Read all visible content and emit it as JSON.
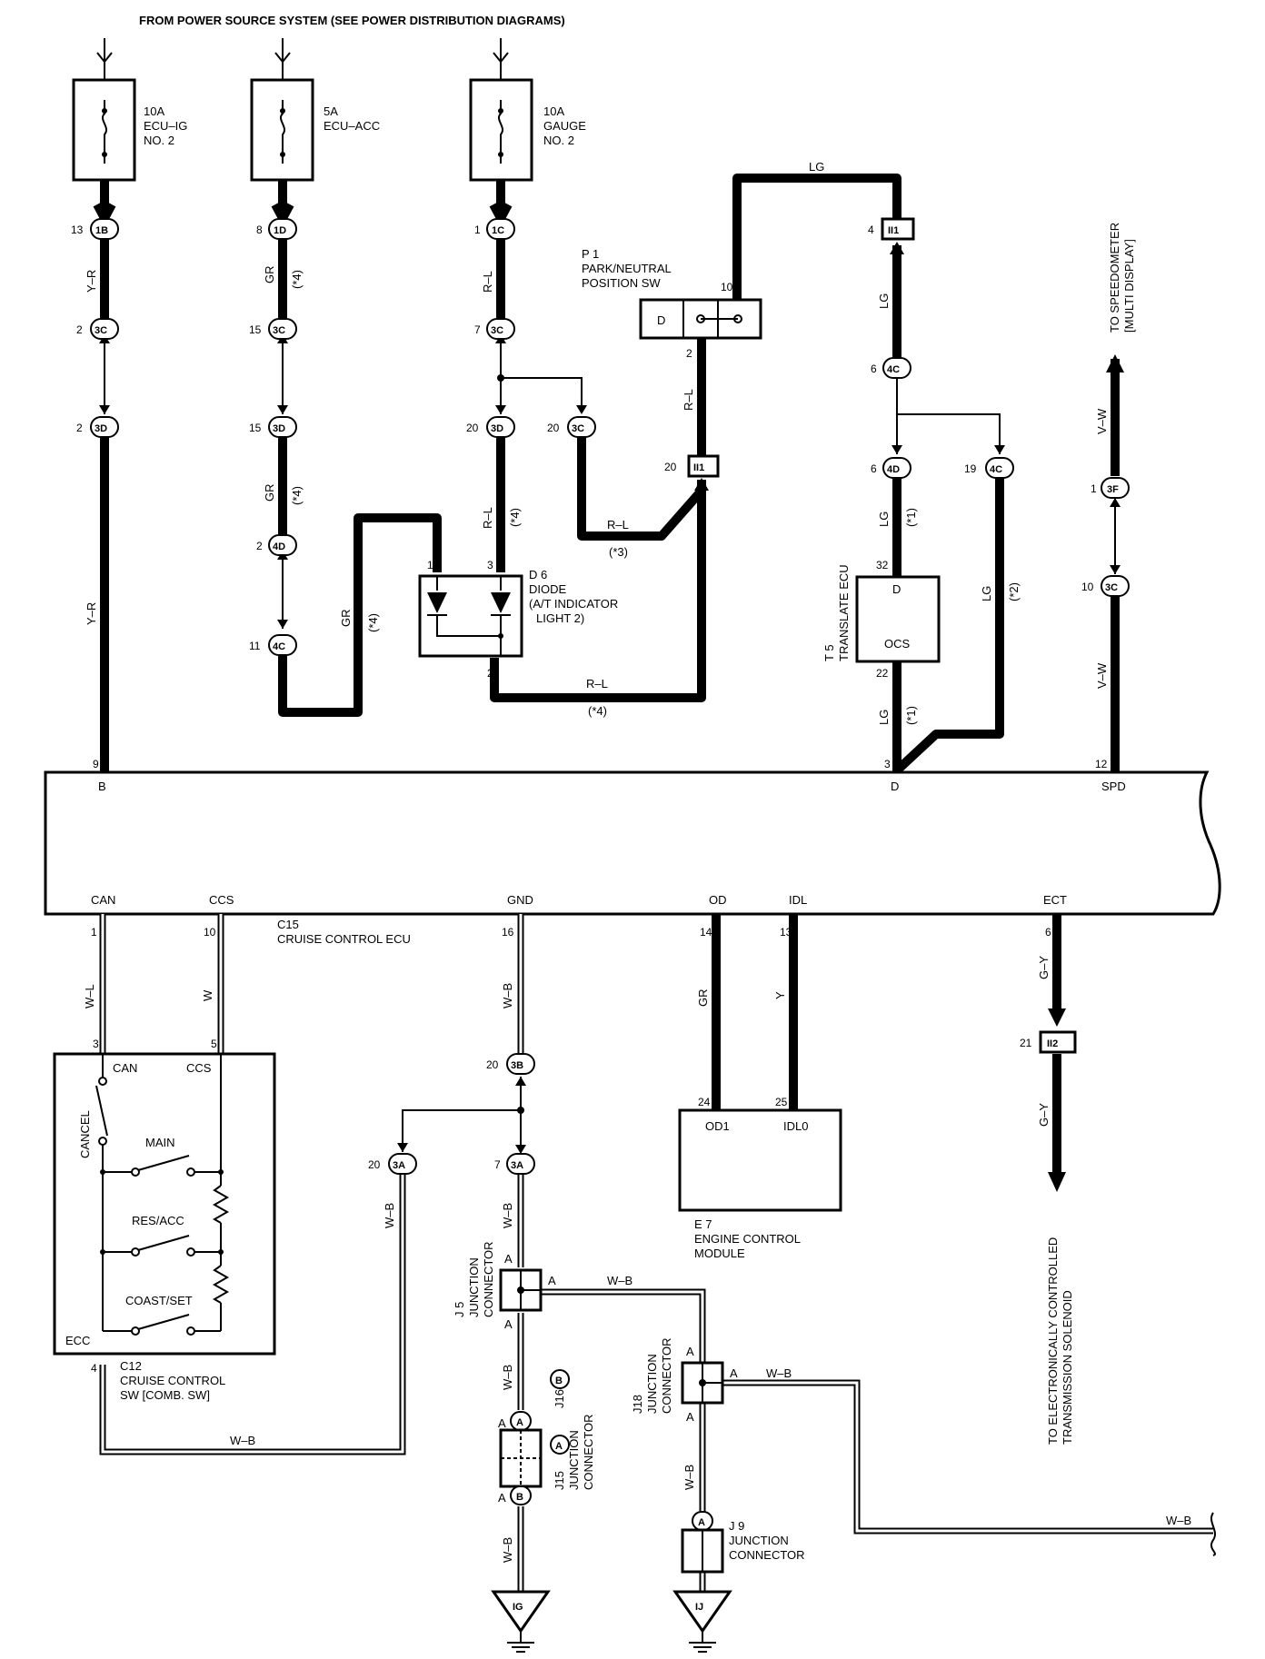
{
  "header": "FROM POWER SOURCE SYSTEM (SEE POWER DISTRIBUTION DIAGRAMS)",
  "fuses": [
    {
      "amp": "10A",
      "name1": "ECU–IG",
      "name2": "NO. 2"
    },
    {
      "amp": "5A",
      "name1": "ECU–ACC",
      "name2": ""
    },
    {
      "amp": "10A",
      "name1": "GAUGE",
      "name2": "NO. 2"
    }
  ],
  "connectors": {
    "c1B": "1B",
    "c1D": "1D",
    "c1C": "1C",
    "c3C": "3C",
    "c3D": "3D",
    "c4D": "4D",
    "c4C": "4C",
    "c3F": "3F",
    "c3B": "3B",
    "c3A": "3A",
    "cII1": "II1",
    "cII2": "II2",
    "cIG": "IG",
    "cIJ": "IJ",
    "cA": "A",
    "cB": "B"
  },
  "wires": {
    "yr": "Y–R",
    "gr": "GR",
    "rl": "R–L",
    "lg": "LG",
    "vw": "V–W",
    "wl": "W–L",
    "w": "W",
    "wb": "W–B",
    "y": "Y",
    "gy": "G–Y",
    "star1": "(*1)",
    "star2": "(*2)",
    "star3": "(*3)",
    "star4": "(*4)"
  },
  "components": {
    "p1": {
      "id": "P 1",
      "name1": "PARK/NEUTRAL",
      "name2": "POSITION SW",
      "pinD": "D"
    },
    "d6": {
      "id": "D 6",
      "name1": "DIODE",
      "name2": "(A/T INDICATOR",
      "name3": "LIGHT 2)"
    },
    "t5": {
      "id": "T 5",
      "name": "TRANSLATE ECU",
      "pinD": "D",
      "pinOCS": "OCS"
    },
    "c15": {
      "id": "C15",
      "name": "CRUISE CONTROL ECU",
      "top": {
        "b": "B",
        "d": "D",
        "spd": "SPD"
      },
      "bottom": {
        "can": "CAN",
        "ccs": "CCS",
        "gnd": "GND",
        "od": "OD",
        "idl": "IDL",
        "ect": "ECT"
      }
    },
    "c12": {
      "id": "C12",
      "name1": "CRUISE CONTROL",
      "name2": "SW [COMB. SW]",
      "can": "CAN",
      "ccs": "CCS",
      "cancel": "CANCEL",
      "main": "MAIN",
      "res": "RES/ACC",
      "coast": "COAST/SET",
      "ecc": "ECC"
    },
    "e7": {
      "id": "E 7",
      "name1": "ENGINE CONTROL",
      "name2": "MODULE",
      "od1": "OD1",
      "idlo": "IDL0"
    },
    "j5": {
      "id": "J 5",
      "name1": "JUNCTION",
      "name2": "CONNECTOR"
    },
    "j16": {
      "id": "J16"
    },
    "j15": {
      "id": "J15",
      "name1": "JUNCTION",
      "name2": "CONNECTOR"
    },
    "j18": {
      "id": "J18",
      "name1": "JUNCTION",
      "name2": "CONNECTOR"
    },
    "j9": {
      "id": "J 9",
      "name1": "JUNCTION",
      "name2": "CONNECTOR"
    }
  },
  "to_speedo": {
    "line1": "TO SPEEDOMETER",
    "line2": "[MULTI DISPLAY]"
  },
  "to_ect": {
    "line1": "TO ELECTRONICALLY CONTROLLED",
    "line2": "TRANSMISSION SOLENOID"
  },
  "pins": {
    "p13": "13",
    "p8": "8",
    "p1": "1",
    "p2": "2",
    "p15": "15",
    "p7": "7",
    "p20": "20",
    "p3": "3",
    "p11": "11",
    "p10": "10",
    "p4": "4",
    "p6": "6",
    "p19": "19",
    "p32": "32",
    "p22": "22",
    "p12": "12",
    "p9": "9",
    "p16": "16",
    "p14": "14",
    "p5": "5",
    "p24": "24",
    "p25": "25",
    "p21": "21"
  }
}
